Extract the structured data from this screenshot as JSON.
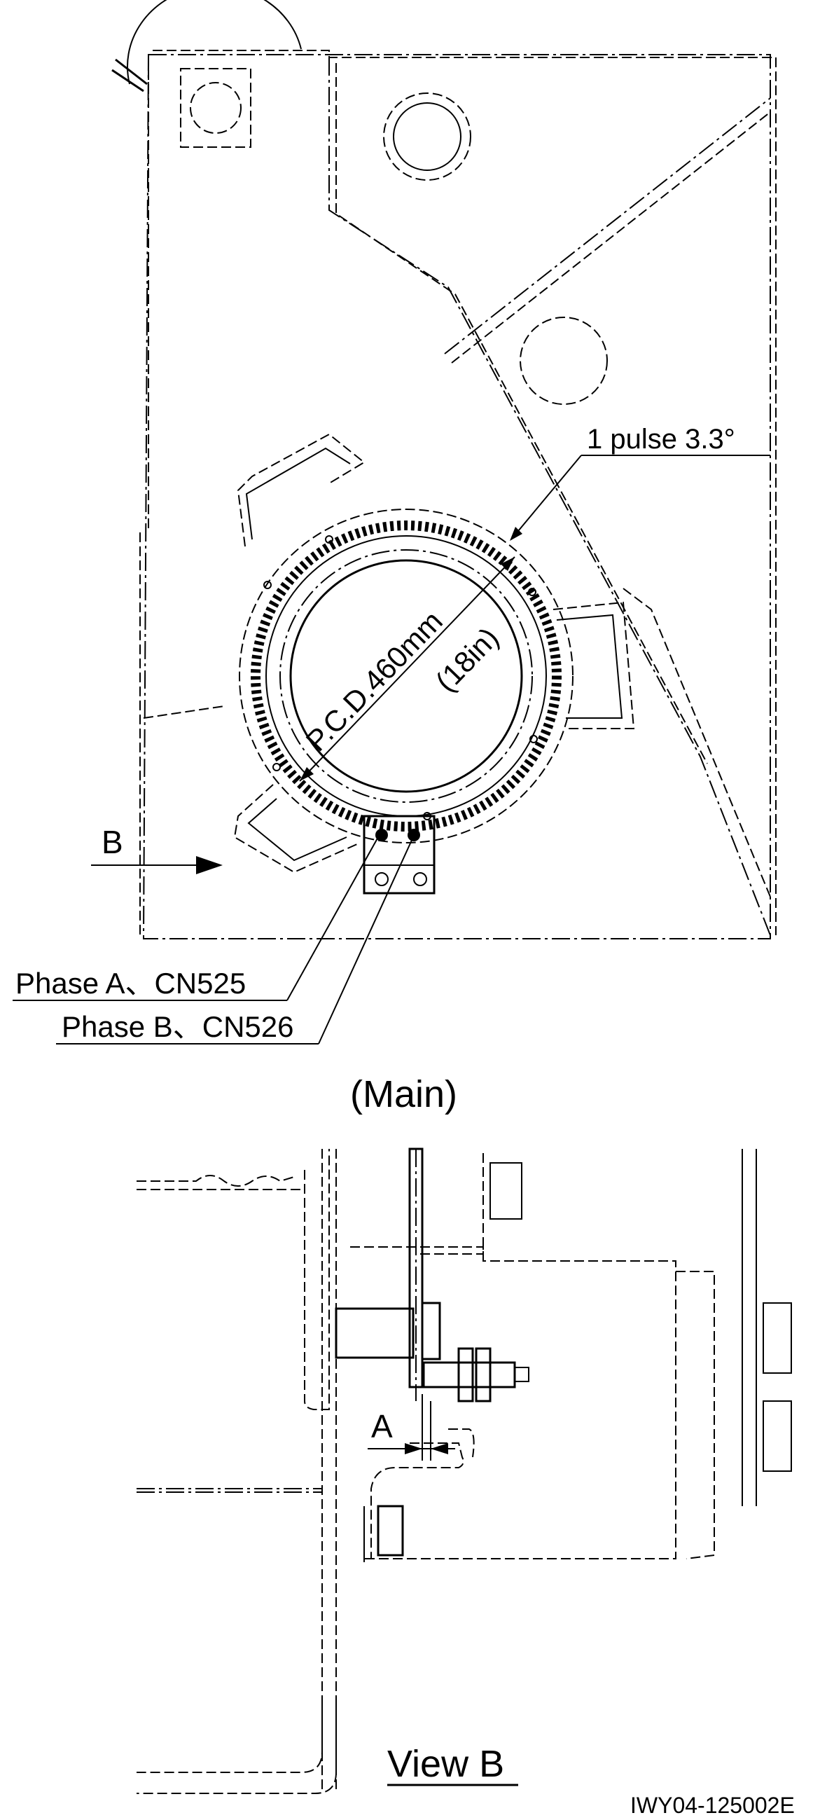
{
  "main_view": {
    "pulse_label": "1 pulse 3.3°",
    "pcd_label": "P.C.D.460mm",
    "pcd_inch_label": "(18in)",
    "phase_a_label": "Phase A、CN525",
    "phase_b_label": "Phase B、CN526",
    "view_arrow_label": "B",
    "caption": "(Main)"
  },
  "view_b": {
    "gap_label": "A",
    "caption": "View B"
  },
  "drawing_id": "IWY04-125002E"
}
